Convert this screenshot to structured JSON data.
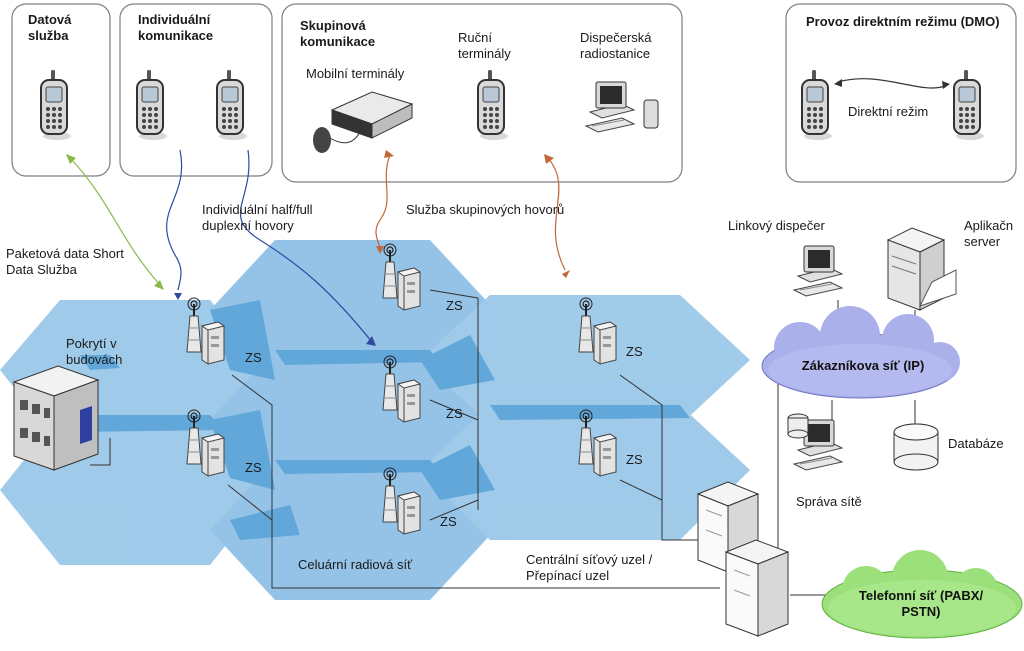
{
  "boxes": {
    "datova": "Datová služba",
    "individualni": "Individuální komunikace",
    "skupinova": "Skupinová komunikace",
    "provoz": "Provoz direktním režimu (DMO)"
  },
  "labels": {
    "mobilni_terminaly": "Mobilní terminály",
    "rucni_terminaly": "Ruční terminály",
    "dispecerska": "Dispečerská radiostanice",
    "direktni_rezim": "Direktní režim",
    "paketova_data": "Paketová data Short Data Služba",
    "individualni_hovory": "Individuální half/full duplexní hovory",
    "sluzba_skupinovych": "Služba skupinových hovorů",
    "pokryti": "Pokrytí v budovách",
    "zs": "ZS",
    "celularni": "Celuární radiová síť",
    "centralni": "Centrální síťový uzel / Přepínací uzel",
    "linkovy_dispecer": "Linkový dispečer",
    "aplikacni_server": "Aplikačn server",
    "zakaznikova_sit": "Zákazníkova síť (IP)",
    "databaze": "Databáze",
    "sprava_site": "Správa sítě",
    "telefonni_sit": "Telefonní síť (PABX/ PSTN)"
  },
  "colors": {
    "cell_light": "#9bc8e8",
    "cell_dark": "#5aa3d8",
    "cloud_blue": "#aab0ea",
    "cloud_green": "#9be07a",
    "arrow_green": "#8db84a",
    "arrow_blue": "#2f4aa0",
    "arrow_orange": "#c0683a"
  },
  "icons": {
    "phone": "phone-icon",
    "tower": "base-station-icon",
    "server": "server-icon",
    "workstation": "workstation-icon",
    "database": "database-icon",
    "building": "building-icon"
  }
}
